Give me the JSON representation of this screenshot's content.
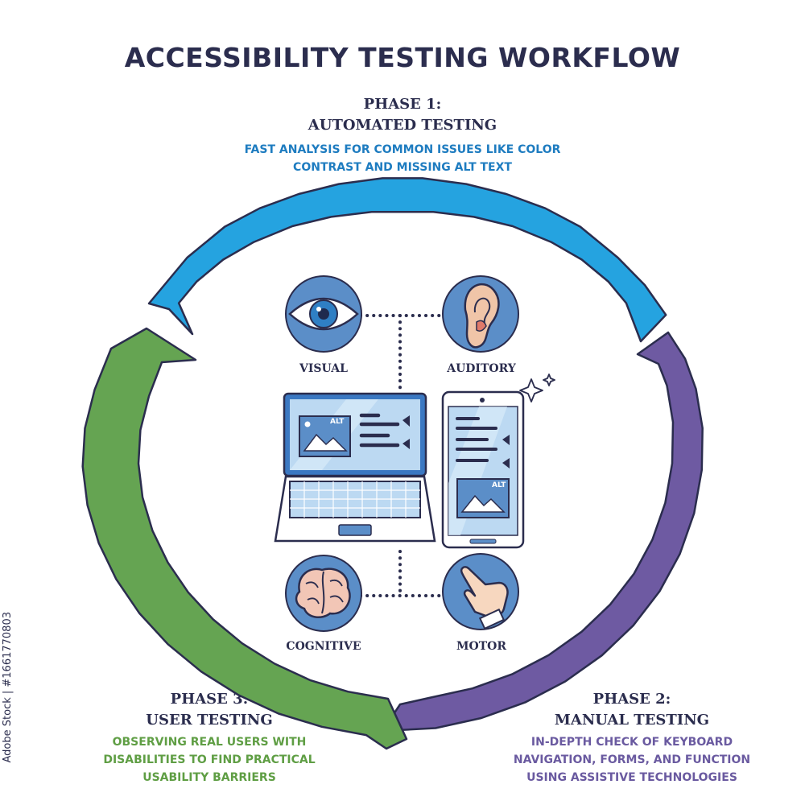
{
  "title": "ACCESSIBILITY TESTING WORKFLOW",
  "phases": [
    {
      "heading_line1": "PHASE 1:",
      "heading_line2": "AUTOMATED TESTING",
      "desc_line1": "FAST ANALYSIS FOR COMMON ISSUES LIKE COLOR",
      "desc_line2": "CONTRAST AND MISSING ALT TEXT",
      "color": "#1e7cc0",
      "arrow_color": "#25a3e0"
    },
    {
      "heading_line1": "PHASE 2:",
      "heading_line2": "MANUAL TESTING",
      "desc_line1": "IN-DEPTH CHECK OF KEYBOARD",
      "desc_line2": "NAVIGATION, FORMS, AND FUNCTION",
      "desc_line3": "USING ASSISTIVE TECHNOLOGIES",
      "color": "#6a5aa0",
      "arrow_color": "#6e5aa2"
    },
    {
      "heading_line1": "PHASE 3:",
      "heading_line2": "USER TESTING",
      "desc_line1": "OBSERVING REAL USERS WITH",
      "desc_line2": "DISABILITIES TO FIND PRACTICAL",
      "desc_line3": "USABILITY BARRIERS",
      "color": "#5f9e44",
      "arrow_color": "#65a452"
    }
  ],
  "categories": {
    "visual": "VISUAL",
    "auditory": "AUDITORY",
    "cognitive": "COGNITIVE",
    "motor": "MOTOR"
  },
  "devices": {
    "laptop_badge": "ALT",
    "phone_badge": "ALT"
  },
  "icons": [
    "eye-icon",
    "ear-icon",
    "brain-icon",
    "pointing-hand-icon",
    "laptop-icon",
    "smartphone-icon",
    "sparkle-icon"
  ],
  "watermark": "Adobe Stock | #1661770803"
}
